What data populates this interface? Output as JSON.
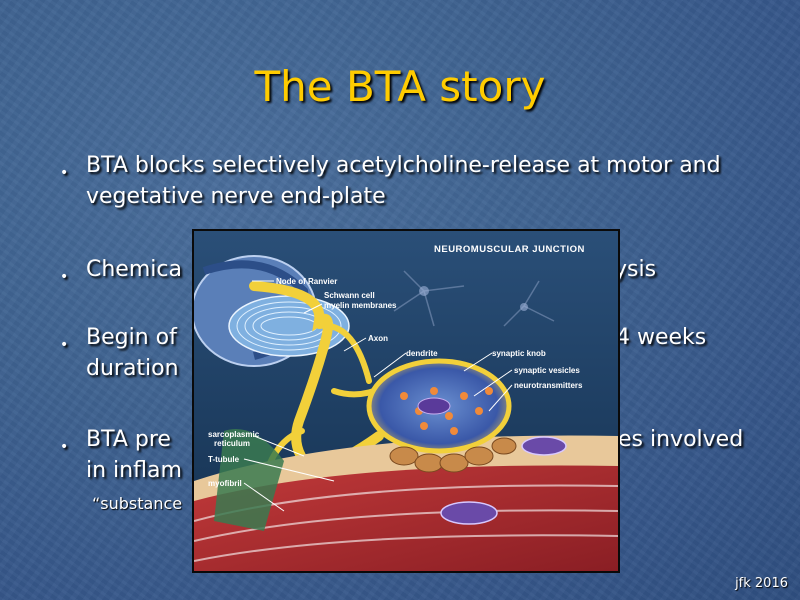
{
  "slide": {
    "title": "The BTA story",
    "bullets": [
      {
        "marker": "•",
        "text": " BTA blocks selectively acetylcholine-release at motor and vegetative nerve end-plate"
      },
      {
        "marker": "•",
        "text": "Chemica"
      },
      {
        "marker": "•",
        "text": "Begin of"
      },
      {
        "marker": "•",
        "text": "BTA pre"
      }
    ],
    "bullet_fragments_right": {
      "b2": "ysis",
      "b3": "4 weeks",
      "b3_line2": "duration",
      "b4": "es involved",
      "b4_line2": "in inflam"
    },
    "sub_text": "“substance",
    "footer": "jfk 2016"
  },
  "figure": {
    "title": "NEUROMUSCULAR JUNCTION",
    "labels": {
      "node": "Node of Ranvier",
      "schwann1": "Schwann cell",
      "schwann2": "myelin membranes",
      "axon": "Axon",
      "dendrite": "dendrite",
      "knob": "synaptic knob",
      "vesicles": "synaptic vesicles",
      "neuro": "neurotransmitters",
      "sarco1": "sarcoplasmic",
      "sarco2": "reticulum",
      "ttubule": "T-tubule",
      "myofibril": "myofibril"
    }
  },
  "colors": {
    "title": "#ffcc00",
    "text": "#ffffff",
    "background": "#3f6391"
  }
}
